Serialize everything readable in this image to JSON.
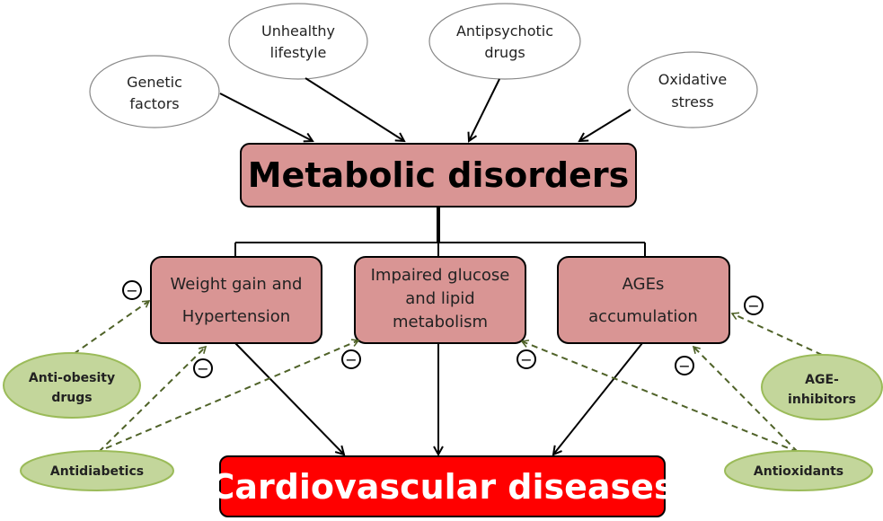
{
  "causes": [
    {
      "lines": [
        "Genetic",
        "factors"
      ]
    },
    {
      "lines": [
        "Unhealthy",
        "lifestyle"
      ]
    },
    {
      "lines": [
        "Antipsychotic",
        "drugs"
      ]
    },
    {
      "lines": [
        "Oxidative",
        "stress"
      ]
    }
  ],
  "main": {
    "title": "Metabolic disorders",
    "color": "#d99594"
  },
  "effects": [
    {
      "lines": [
        "Weight gain and",
        "Hypertension"
      ]
    },
    {
      "lines": [
        "Impaired glucose",
        "and lipid",
        "metabolism"
      ]
    },
    {
      "lines": [
        "AGEs",
        "accumulation"
      ]
    }
  ],
  "outcome": {
    "title": "Cardiovascular diseases",
    "color": "#ff0000"
  },
  "treatments": [
    {
      "lines": [
        "Anti-obesity",
        "drugs"
      ]
    },
    {
      "lines": [
        "Antidiabetics"
      ]
    },
    {
      "lines": [
        "AGE-",
        "inhibitors"
      ]
    },
    {
      "lines": [
        "Antioxidants"
      ]
    }
  ],
  "inhibition_symbol": "−",
  "colors": {
    "treatment_fill": "#c3d69b",
    "treatment_stroke": "#9bbb59",
    "dashed_arrow": "#4f6228"
  }
}
